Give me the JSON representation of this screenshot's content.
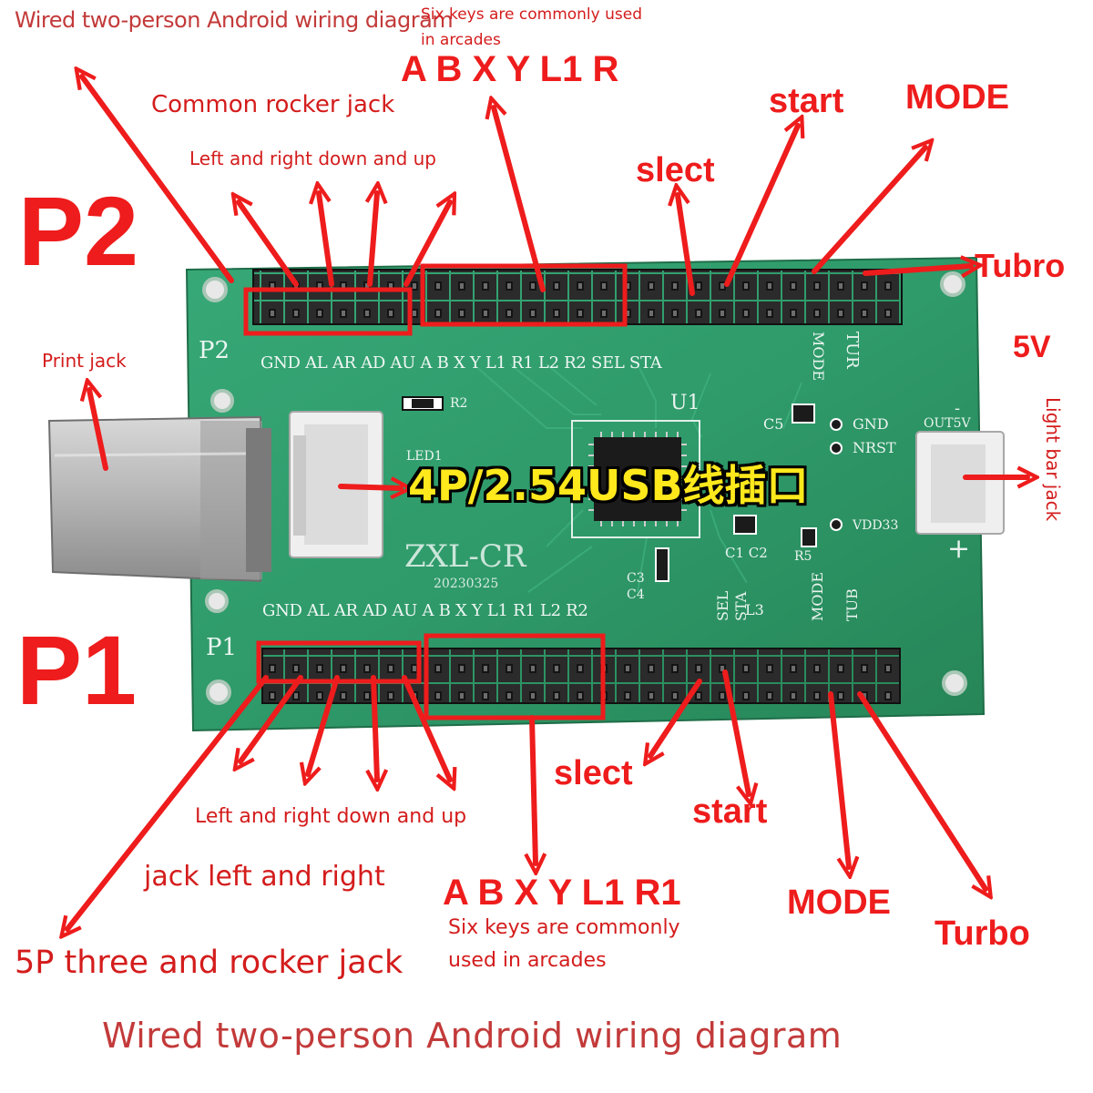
{
  "top_title": "Wired two-person Android wiring diagram",
  "bottom_title": "Wired two-person Android wiring diagram",
  "p2": {
    "player_label": "P2",
    "six_keys_line1": "Six keys are commonly used",
    "six_keys_line2": "in arcades",
    "buttons_label": "A B X Y L1 R",
    "rocker_label": "Common rocker jack",
    "directions_label": "Left and right down and up",
    "select_label": "slect",
    "start_label": "start",
    "mode_label": "MODE",
    "turbo_label": "Tubro",
    "voltage_label": "5V",
    "silk_player": "P2",
    "silk_pins": "GND AL AR AD AU A   B   X   Y  L1  R1  L2 R2 SEL STA",
    "silk_mode": "MODE",
    "silk_tur": "TUR"
  },
  "p1": {
    "player_label": "P1",
    "directions_label": "Left and right down and up",
    "jack_label": "jack left and right",
    "rocker_label": "5P three and rocker jack",
    "buttons_label": "A B X Y L1 R1",
    "six_keys_line1": "Six keys are commonly",
    "six_keys_line2": "used in arcades",
    "select_label": "slect",
    "start_label": "start",
    "mode_label": "MODE",
    "turbo_label": "Turbo",
    "silk_player": "P1",
    "silk_pins": "GND AL AR AD AU A   B   X   Y  L1  R1 L2  R2",
    "silk_sel": "SEL",
    "silk_sta": "STA",
    "silk_l3": "L3",
    "silk_mode": "MODE",
    "silk_tub": "TUB"
  },
  "board": {
    "print_jack_label": "Print jack",
    "usb_socket_label": "4P/2.54USB线插口",
    "light_bar_label": "Light bar jack",
    "model": "ZXL-CR",
    "date_code": "20230325",
    "chip": "U1",
    "led": "LED1",
    "r2": "R2",
    "c5": "C5",
    "c1c2": "C1 C2",
    "r5": "R5",
    "c3": "C3",
    "c4": "C4",
    "gnd": "GND",
    "nrst": "NRST",
    "vdd33": "VDD33",
    "out5v": "OUT5V",
    "minus": "-",
    "plus": "+"
  },
  "colors": {
    "annotation_red": "#d41c1c",
    "arrow_red": "#ee1c1c",
    "pcb_green": "#2f9a6a",
    "highlight_yellow": "#ffe81c"
  }
}
